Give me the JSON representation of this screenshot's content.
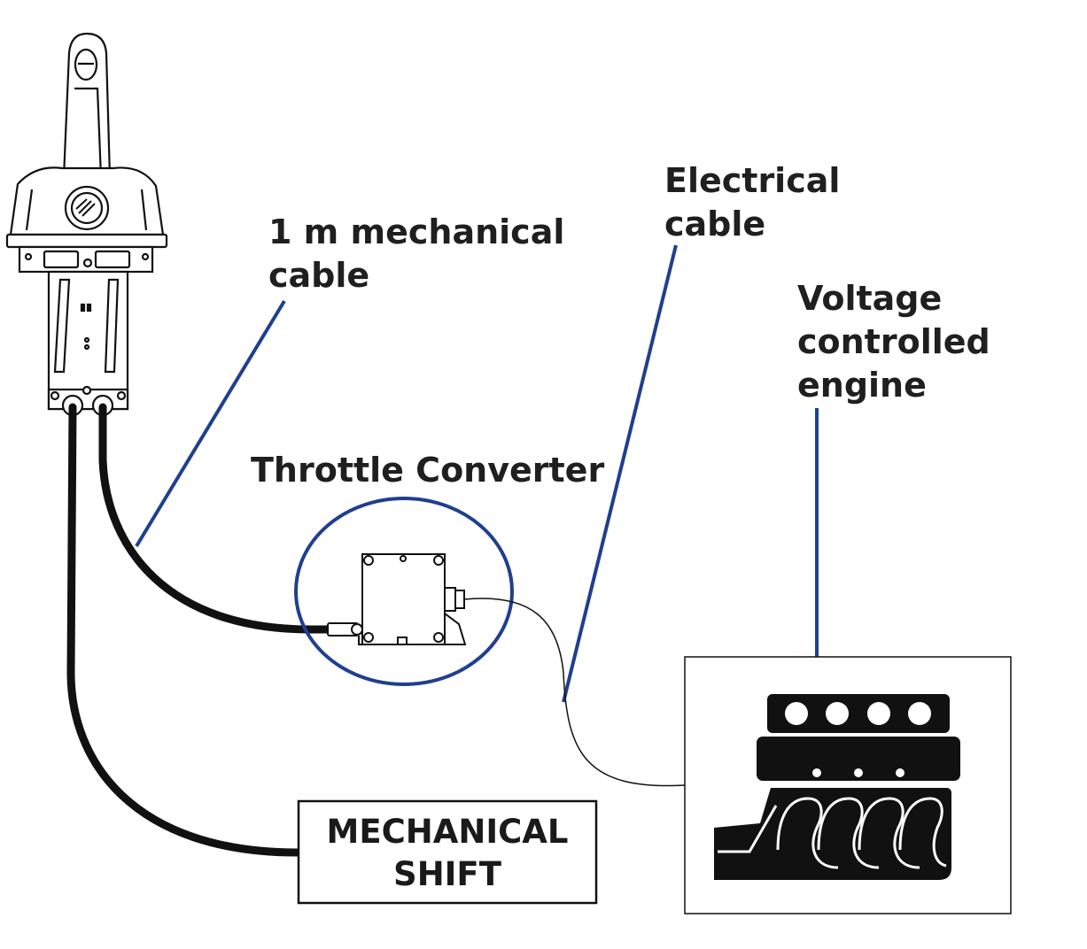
{
  "labels": {
    "mechanical_cable": [
      "1 m mechanical",
      "cable"
    ],
    "electrical_cable": [
      "Electrical",
      "cable"
    ],
    "engine": [
      "Voltage",
      "controlled",
      "engine"
    ],
    "converter": "Throttle Converter",
    "shift": [
      "MECHANICAL",
      "SHIFT"
    ]
  },
  "colors": {
    "leader_line": "#1f3f8f",
    "ink": "#111111",
    "text": "#1f1f1f"
  },
  "icons": [
    "throttle-lever-icon",
    "throttle-converter-icon",
    "engine-icon"
  ]
}
